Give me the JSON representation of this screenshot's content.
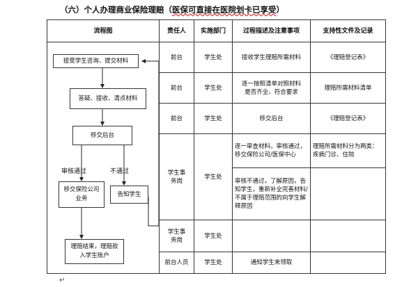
{
  "title_prefix": "（六）个人办理商业保险理赔（",
  "title_underlined": "医保可直接在医院划卡已享受",
  "title_suffix": "）",
  "headers": {
    "flow": "流程图",
    "responsible": "责任人",
    "dept": "实施部门",
    "process": "过程描述及注意事项",
    "docs": "支持性文件及记录"
  },
  "rows": [
    {
      "responsible": "前台",
      "dept": "学生处",
      "process": "接收学生理赔所需材料",
      "docs": "《理赔登记表》"
    },
    {
      "responsible": "前台",
      "dept": "学生处",
      "process": "逐一按照清单对照材料是否齐全、符合要求",
      "docs": "理赔所需材料清单"
    },
    {
      "responsible": "前台",
      "dept": "学生处",
      "process": "移交后台",
      "docs": "《理赔登记表》"
    },
    {
      "responsible": "学生事务岗",
      "dept": "学生处",
      "process_a": "逐一审查材料，审核通过，移交保险公司/医保中心",
      "process_b": "审核不通过，了解原因，告知学生，重新补全完善材料/不属于理赔范围的向学生解释原因",
      "docs": "理赔所需材料分为两类：疾病门诊、住院"
    },
    {
      "responsible": "学生事务岗",
      "dept": "学生处",
      "process": "",
      "docs": ""
    },
    {
      "responsible": "前台人员",
      "dept": "学生处",
      "process": "通知学生来领取",
      "docs": ""
    }
  ],
  "flowchart": {
    "step1": "接受学生咨询、提交材料",
    "step2": "答疑、接收、清点材料",
    "step3": "移交后台",
    "pass_label": "审核通过",
    "fail_label": "不通过",
    "step4": "移交保险公司业务",
    "step5": "告知学生",
    "step6": "理赔结束，理赔款入学生账户"
  },
  "return_mark": "↵"
}
